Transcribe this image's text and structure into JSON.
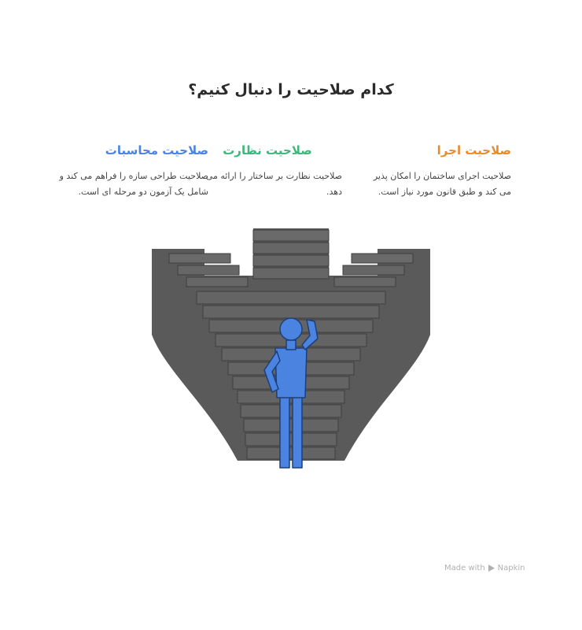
{
  "title": "کدام صلاحیت را دنبال کنیم؟",
  "columns": [
    {
      "heading": "صلاحیت اجرا",
      "description": "صلاحیت اجرای ساختمان را امکان پذیر می کند و طبق قانون مورد نیاز است.",
      "color": "#e98a2d"
    },
    {
      "heading": "صلاحیت نظارت",
      "description": "صلاحیت نظارت بر ساختار را ارائه می دهد.",
      "color": "#3fb67a"
    },
    {
      "heading": "صلاحیت محاسبات",
      "description": "صلاحیت طراحی سازه را فراهم می کند و شامل یک آزمون دو مرحله ای است.",
      "color": "#4a84e0"
    }
  ],
  "watermark": {
    "prefix": "Made with",
    "brand": "Napkin"
  },
  "colors": {
    "stairs": "#5a5a5a",
    "stair_edge": "#4a4a4a",
    "person": "#4a84e0"
  }
}
